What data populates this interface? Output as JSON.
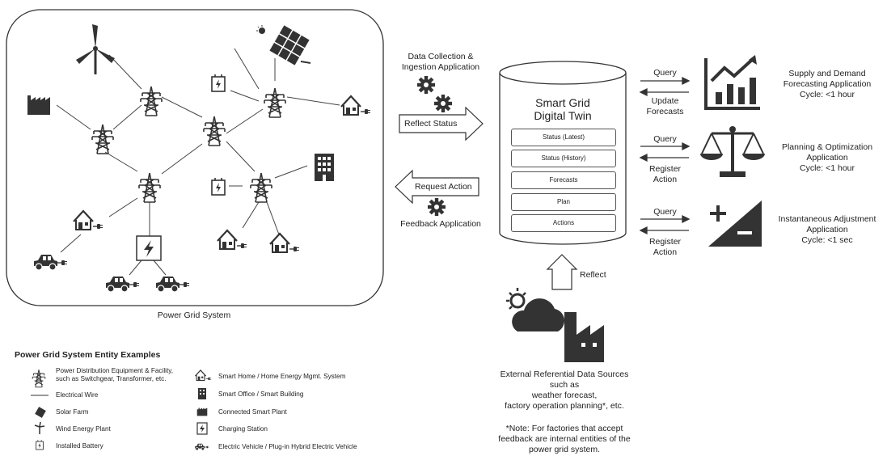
{
  "grid": {
    "caption": "Power Grid System"
  },
  "flows": {
    "collection_title_1": "Data Collection &",
    "collection_title_2": "Ingestion Application",
    "reflect_status": "Reflect Status",
    "request_action": "Request Action",
    "feedback_title": "Feedback Application",
    "reflect": "Reflect"
  },
  "twin": {
    "title_1": "Smart Grid",
    "title_2": "Digital Twin",
    "fields": [
      "Status (Latest)",
      "Status (History)",
      "Forecasts",
      "Plan",
      "Actions"
    ]
  },
  "apps": [
    {
      "q": "Query",
      "r1": "Update",
      "r2": "Forecasts",
      "l1": "Supply and Demand",
      "l2": "Forecasting Application",
      "l3": "Cycle: <1 hour"
    },
    {
      "q": "Query",
      "r1": "Register",
      "r2": "Action",
      "l1": "Planning & Optimization",
      "l2": "Application",
      "l3": "Cycle: <1 hour"
    },
    {
      "q": "Query",
      "r1": "Register",
      "r2": "Action",
      "l1": "Instantaneous Adjustment",
      "l2": "Application",
      "l3": "Cycle: <1 sec"
    }
  ],
  "external": {
    "l1": "External Referential Data Sources",
    "l2": "such as",
    "l3": "weather forecast,",
    "l4": "factory operation planning*, etc.",
    "n1": "*Note: For factories that accept",
    "n2": "feedback are internal entities of the",
    "n3": "power grid system."
  },
  "legend": {
    "title": "Power Grid System Entity Examples",
    "left": [
      {
        "icon": "tower-icon",
        "t1": "Power Distribution Equipment & Facility,",
        "t2": "such as Switchgear, Transformer, etc."
      },
      {
        "icon": "wire-icon",
        "t1": "Electrical Wire"
      },
      {
        "icon": "solar-icon",
        "t1": "Solar Farm"
      },
      {
        "icon": "wind-icon",
        "t1": "Wind Energy Plant"
      },
      {
        "icon": "battery-icon",
        "t1": "Installed Battery"
      }
    ],
    "right": [
      {
        "icon": "smart-home-icon",
        "t1": "Smart Home / Home Energy Mgmt. System"
      },
      {
        "icon": "office-icon",
        "t1": "Smart Office / Smart Building"
      },
      {
        "icon": "factory-icon",
        "t1": "Connected Smart Plant"
      },
      {
        "icon": "charging-icon",
        "t1": "Charging Station"
      },
      {
        "icon": "ev-icon",
        "t1": "Electric Vehicle / Plug-in Hybrid Electric Vehicle"
      }
    ]
  }
}
